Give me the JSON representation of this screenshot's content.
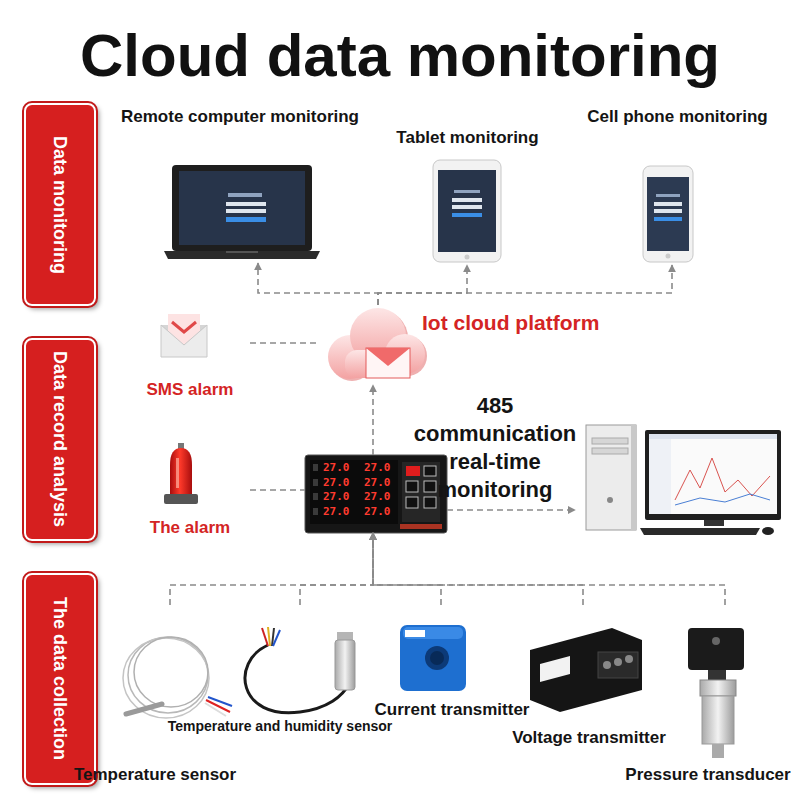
{
  "diagram": {
    "title": "Cloud data monitoring",
    "nodes": [
      {
        "text": [
          "Data monitoring"
        ]
      },
      {
        "text": [
          "Remote computer monitoring"
        ]
      },
      {
        "text": [
          "Tablet monitoring"
        ]
      },
      {
        "text": [
          "Cell phone monitoring"
        ]
      },
      {
        "text": [
          "Data record analysis"
        ]
      },
      {
        "text": [
          "SMS alarm"
        ]
      },
      {
        "text": [
          "Iot cloud platform"
        ]
      },
      {
        "text": [
          "The alarm"
        ]
      },
      {
        "text": [
          "27.0",
          "27.0",
          "27.0",
          "27.0",
          "27.0",
          "27.0",
          "27.0",
          "27.0"
        ]
      },
      {
        "text": [
          "485 communication real-time monitoring"
        ]
      },
      {
        "text": [
          "The data collection"
        ]
      },
      {
        "text": [
          "Temperature sensor"
        ]
      },
      {
        "text": [
          "Temperature and humidity sensor"
        ]
      },
      {
        "text": [
          "Current transmitter"
        ]
      },
      {
        "text": [
          "Voltage transmitter"
        ]
      },
      {
        "text": [
          "Pressure transducer"
        ]
      }
    ],
    "edges": [
      {
        "from": 6,
        "to": 1,
        "arrow": "to"
      },
      {
        "from": 6,
        "to": 2,
        "arrow": "to"
      },
      {
        "from": 6,
        "to": 3,
        "arrow": "to"
      },
      {
        "from": 5,
        "to": 6,
        "arrow": "none"
      },
      {
        "from": 8,
        "to": 6,
        "arrow": "to"
      },
      {
        "from": 7,
        "to": 8,
        "arrow": "none"
      },
      {
        "from": 8,
        "to": 9,
        "arrow": "to"
      },
      {
        "from": 11,
        "to": 8,
        "arrow": "to"
      },
      {
        "from": 12,
        "to": 8,
        "arrow": "to"
      },
      {
        "from": 13,
        "to": 8,
        "arrow": "to"
      },
      {
        "from": 14,
        "to": 8,
        "arrow": "to"
      },
      {
        "from": 15,
        "to": 8,
        "arrow": "to"
      }
    ]
  }
}
